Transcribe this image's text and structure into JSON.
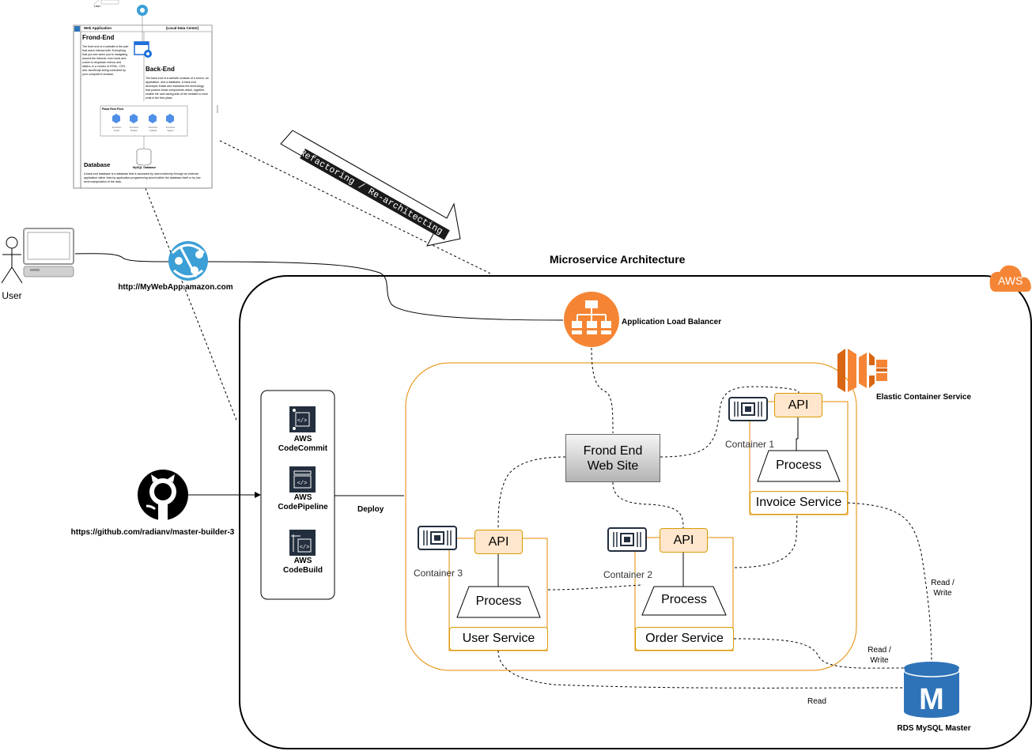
{
  "diagram": {
    "title": "Microservice Architecture",
    "aws_badge": "AWS",
    "user_label": "User",
    "webapp_url": "http://MyWebApp.amazon.com",
    "github_url": "https://github.com/radianv/master-builder-3",
    "alb_label": "Application Load Balancer",
    "ecs_label": "Elastic Container Service",
    "deploy_label": "Deploy",
    "refactor_label": "Refactoring / Re-architecting",
    "pipeline": {
      "codecommit": "AWS\nCodeCommit",
      "codepipeline": "AWS\nCodePipeline",
      "codebuild": "AWS\nCodeBuild"
    },
    "frontend": "Frond End\nWeb Site",
    "containers": {
      "c1": "Container 1",
      "c2": "Container 2",
      "c3": "Container 3"
    },
    "api_label": "API",
    "process_label": "Process",
    "services": {
      "invoice": "Invoice Service",
      "order": "Order Service",
      "user": "User Service"
    },
    "rds_label": "RDS MySQL Master",
    "rw1": "Read /\nWrite",
    "rw2": "Read /\nWrite",
    "read": "Read",
    "mini": {
      "header_left": "Web Application",
      "header_right": "(Local Data Center)",
      "frontend_title": "Frond-End",
      "frontend_text": "The front end of a website is the part that users interact with. Everything that you see when you're navigating around the Internet, from fonts and colors to dropdown menus and sliders, is a combo of HTML, CSS, and JavaScript being controlled by your computer's browser.",
      "backend_title": "Back-End",
      "backend_text": "The back end of a website consists of a server, an application, and a database. A back-end developer builds and maintains the technology that powers those components which, together, enable the user-facing side of the website to even exist in the first place.",
      "rest_title": "Plaza Rest Flow",
      "fn1": "Function Insert",
      "fn2": "Function Delete",
      "fn3": "Function Update",
      "fn4": "Function Select",
      "db_icon_label": "MySQL Database",
      "database_title": "Database",
      "database_text": "A back-end database is a database that is accessed by users indirectly through an external application rather than by application programming stored within the database itself or by low level manipulation of the data.",
      "user_label": "User"
    }
  },
  "colors": {
    "aws_orange": "#f58536",
    "alb_orange": "#f58534",
    "ecs_orange": "#d86613",
    "container_border": "#e68a00",
    "api_fill": "#ffe6cc",
    "azure_blue": "#3c9fd6",
    "dark_icon": "#232f3e",
    "rds_blue": "#2e73b8"
  }
}
